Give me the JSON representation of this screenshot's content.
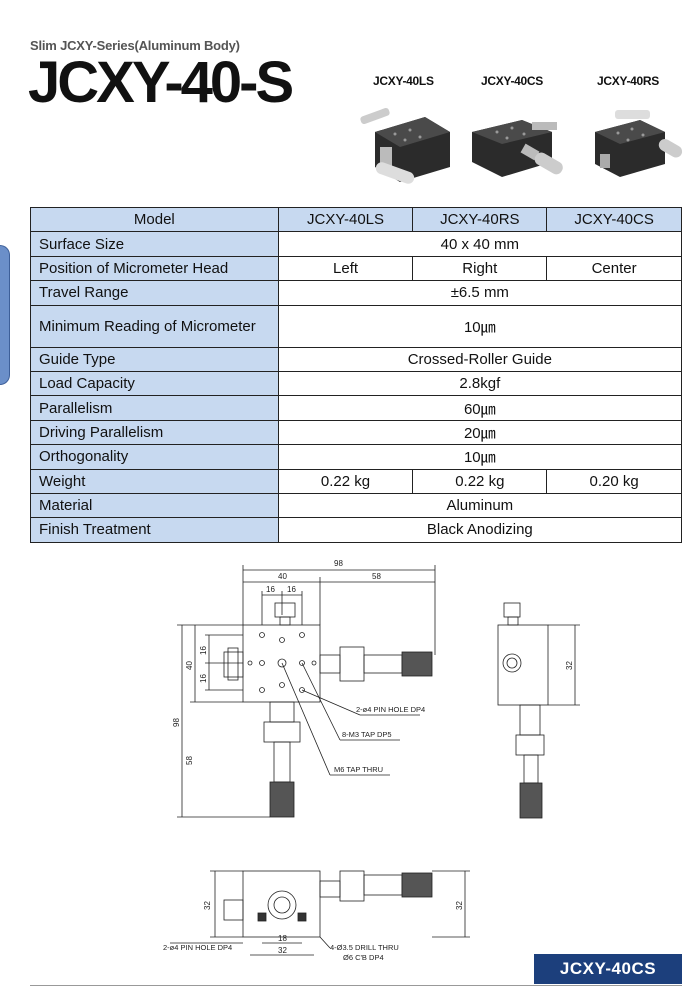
{
  "header": {
    "series": "Slim JCXY-Series(Aluminum Body)",
    "title": "JCXY-40-S"
  },
  "variants": [
    "JCXY-40LS",
    "JCXY-40CS",
    "JCXY-40RS"
  ],
  "spec_table": {
    "model_label": "Model",
    "models": [
      "JCXY-40LS",
      "JCXY-40RS",
      "JCXY-40CS"
    ],
    "rows": [
      {
        "label": "Surface Size",
        "value": "40 x 40 mm"
      },
      {
        "label": "Position of Micrometer Head",
        "values": [
          "Left",
          "Right",
          "Center"
        ]
      },
      {
        "label": "Travel Range",
        "value": "±6.5 mm"
      },
      {
        "label": "Minimum Reading of Micrometer",
        "value": "10㎛"
      },
      {
        "label": "Guide Type",
        "value": "Crossed-Roller Guide"
      },
      {
        "label": "Load Capacity",
        "value": "2.8kgf"
      },
      {
        "label": "Parallelism",
        "value": "60㎛"
      },
      {
        "label": "Driving Parallelism",
        "value": "20㎛"
      },
      {
        "label": "Orthogonality",
        "value": "10㎛"
      },
      {
        "label": "Weight",
        "values": [
          "0.22 kg",
          "0.22 kg",
          "0.20 kg"
        ]
      },
      {
        "label": "Material",
        "value": "Aluminum"
      },
      {
        "label": "Finish Treatment",
        "value": "Black Anodizing"
      }
    ]
  },
  "drawing": {
    "dims": {
      "d98_top": "98",
      "d40_top": "40",
      "d58_top": "58",
      "d16a": "16",
      "d16b": "16",
      "d40_left": "40",
      "d16_left_a": "16",
      "d16_left_b": "16",
      "d98_left": "98",
      "d58_left": "58",
      "d32_side": "32",
      "d32_bottom_left": "32",
      "d32_bottom_right": "32",
      "d18_bottom": "18",
      "d32_bottom": "32"
    },
    "notes": {
      "pin_hole_top": "2-ø4 PIN HOLE DP4",
      "m3_tap": "8-M3 TAP DP5",
      "m6_tap": "M6 TAP THRU",
      "pin_hole_bottom": "2-ø4 PIN HOLE DP4",
      "drill_thru": "4-Ø3.5 DRILL THRU",
      "counterbore": "Ø6 C'B DP4"
    }
  },
  "footer": {
    "badge": "JCXY-40CS"
  }
}
